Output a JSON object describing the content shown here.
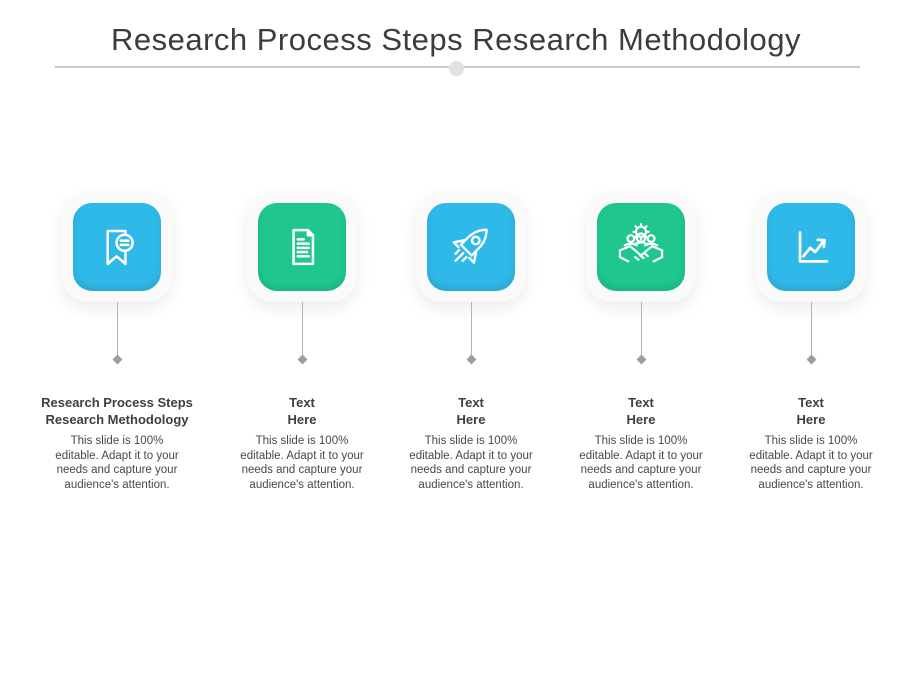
{
  "title": "Research Process Steps Research Methodology",
  "divider": {
    "line_color": "#cacaca",
    "knob_color": "#e1e1e1"
  },
  "colors": {
    "blue": "#2fb9e8",
    "green": "#1fc78f",
    "card_bg": "#fafafa"
  },
  "columns": [
    {
      "icon": "bookmark-search-icon",
      "color": "blue",
      "heading": "Research Process Steps\nResearch Methodology",
      "body": "This slide is 100%\neditable. Adapt it to your\nneeds and capture your\naudience's attention."
    },
    {
      "icon": "document-icon",
      "color": "green",
      "heading": "Text\nHere",
      "body": "This slide is 100%\neditable. Adapt it to your\nneeds and capture your\naudience's attention."
    },
    {
      "icon": "rocket-icon",
      "color": "blue",
      "heading": "Text\nHere",
      "body": "This slide is 100%\neditable. Adapt it to your\nneeds and capture your\naudience's attention."
    },
    {
      "icon": "handshake-gear-icon",
      "color": "green",
      "heading": "Text\nHere",
      "body": "This slide is 100%\neditable. Adapt it to your\nneeds and capture your\naudience's attention."
    },
    {
      "icon": "line-chart-icon",
      "color": "blue",
      "heading": "Text\nHere",
      "body": "This slide is 100%\neditable. Adapt it to your\nneeds and capture your\naudience's attention."
    }
  ]
}
